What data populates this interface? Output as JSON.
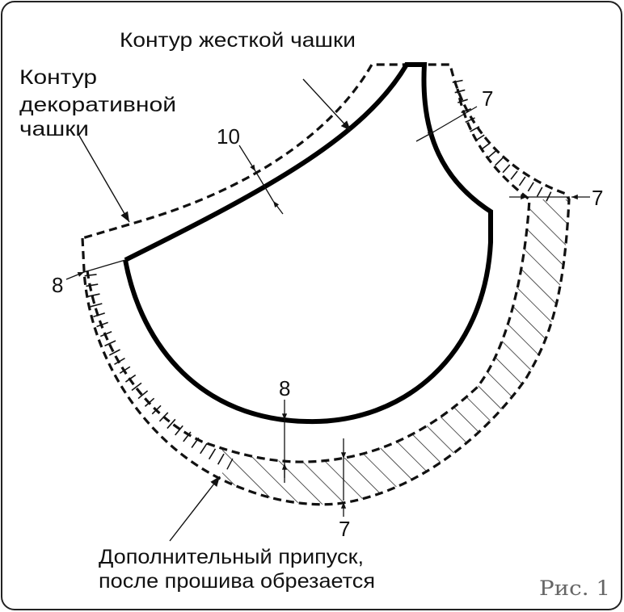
{
  "labels": {
    "hard_cup": "Контур жесткой чашки",
    "decorative_cup": [
      "Контур",
      "декоративной",
      "чашки"
    ],
    "extra_allowance": [
      "Дополнительный припуск,",
      "после прошива обрезается"
    ],
    "figure": "Рис. 1"
  },
  "dimensions": {
    "top_left": "10",
    "top_right": "7",
    "right": "7",
    "left": "8",
    "bottom_inner": "8",
    "bottom_outer": "7"
  }
}
